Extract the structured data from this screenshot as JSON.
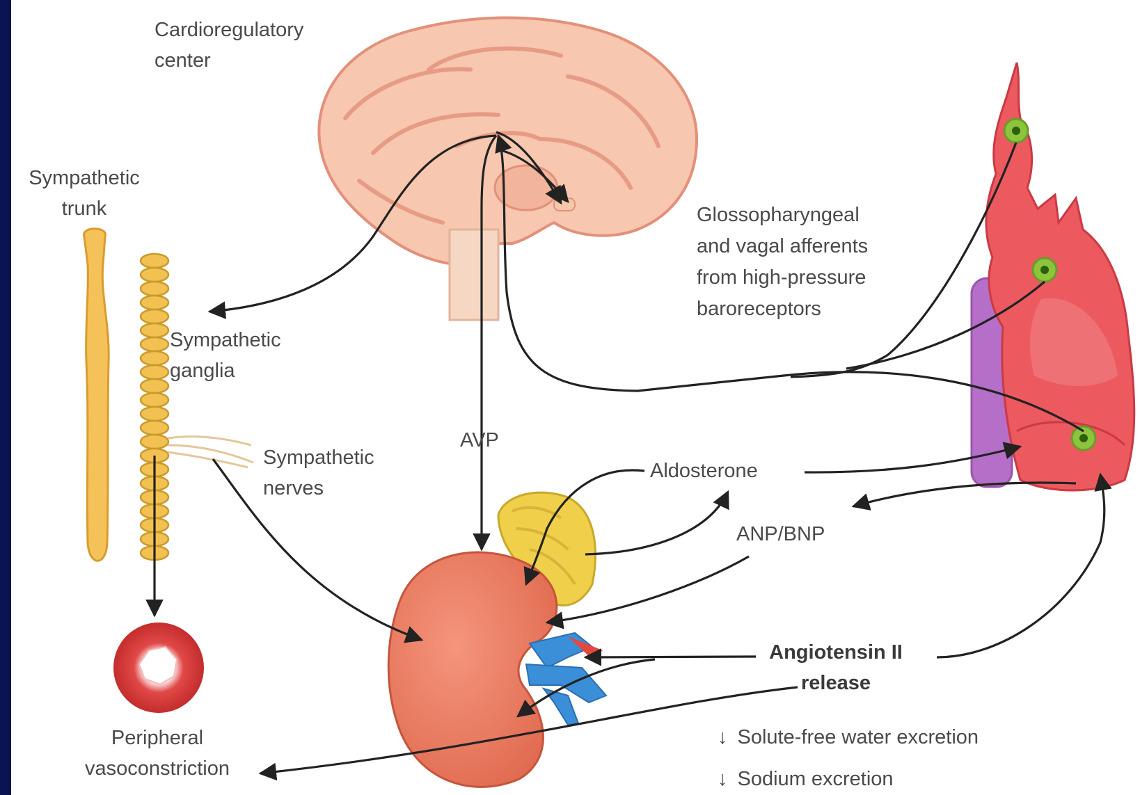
{
  "labels": {
    "cardioregulatory_line1": "Cardioregulatory",
    "cardioregulatory_line2": "center",
    "sympathetic_trunk_line1": "Sympathetic",
    "sympathetic_trunk_line2": "trunk",
    "glosso_line1": "Glossopharyngeal",
    "glosso_line2": "and vagal afferents",
    "glosso_line3": "from high-pressure",
    "glosso_line4": "baroreceptors",
    "sympathetic_ganglia_line1": "Sympathetic",
    "sympathetic_ganglia_line2": "ganglia",
    "sympathetic_nerves_line1": "Sympathetic",
    "sympathetic_nerves_line2": "nerves",
    "avp": "AVP",
    "aldosterone": "Aldosterone",
    "anp_bnp": "ANP/BNP",
    "angiotensin_line1": "Angiotensin II",
    "angiotensin_line2": "release",
    "peripheral_line1": "Peripheral",
    "peripheral_line2": "vasoconstriction",
    "effect1": "Solute-free water excretion",
    "effect2": "Sodium excretion",
    "down_arrow": "↓"
  },
  "colors": {
    "frame": "#0a1452",
    "brain": "#f7c7b0",
    "brain_outline": "#e3907a",
    "spine_cord": "#f5d7c4",
    "ganglia": "#f3c152",
    "trunk": "#f5c25a",
    "kidney": "#e8735a",
    "adrenal": "#f0d04a",
    "vessels_blue": "#3b8fd9",
    "heart": "#ec5a60",
    "vena_cava": "#b66fc9",
    "baroreceptor": "#8cc43c",
    "vessel_ring": "#d93a3a",
    "arrow": "#222222"
  },
  "icons": [
    "brain-illustration",
    "sympathetic-trunk-illustration",
    "sympathetic-ganglia-illustration",
    "blood-vessel-cross-section",
    "kidney-illustration",
    "adrenal-gland-illustration",
    "heart-illustration",
    "baroreceptor-marker"
  ]
}
